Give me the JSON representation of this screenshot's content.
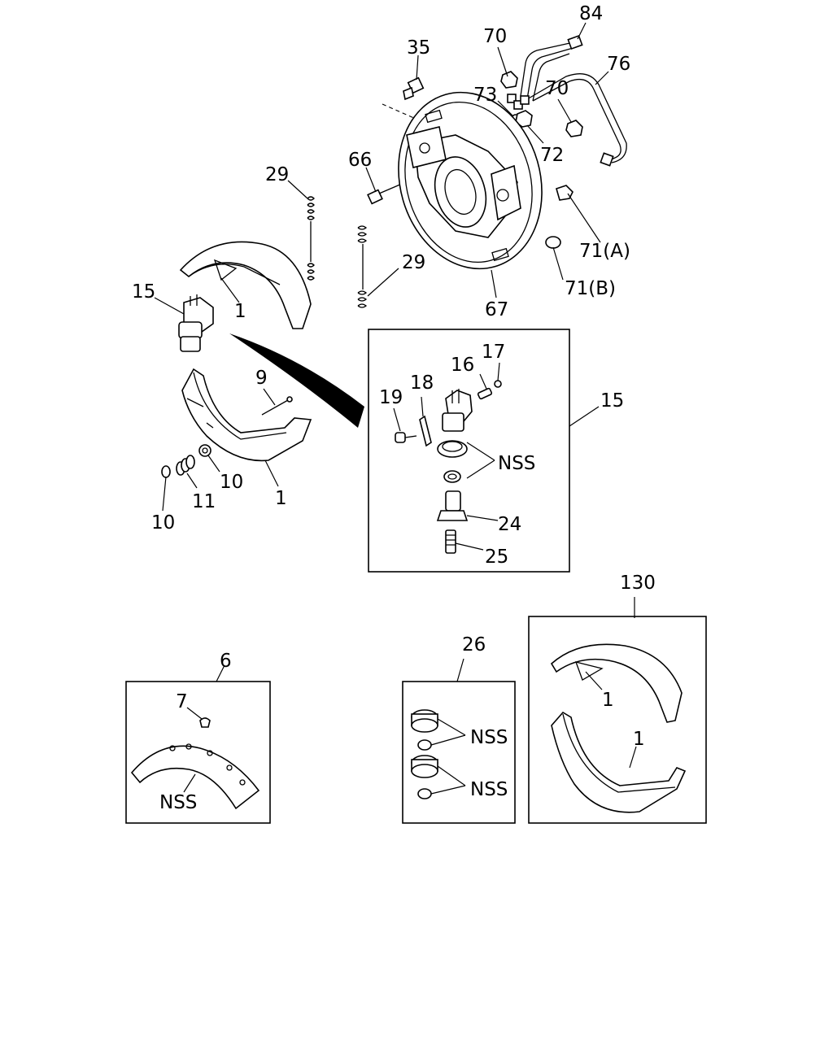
{
  "callouts": {
    "c84": "84",
    "c70a": "70",
    "c76": "76",
    "c35": "35",
    "c73": "73",
    "c70b": "70",
    "c72": "72",
    "c66": "66",
    "c29a": "29",
    "c29b": "29",
    "c71a": "71(A)",
    "c71b": "71(B)",
    "c67": "67",
    "c15a": "15",
    "c1a": "1",
    "c9": "9",
    "c10a": "10",
    "c10b": "10",
    "c11": "11",
    "c1b": "1",
    "c16": "16",
    "c17": "17",
    "c18": "18",
    "c19": "19",
    "c15b": "15",
    "nss1": "NSS",
    "c24": "24",
    "c25": "25",
    "c130": "130",
    "c6": "6",
    "c7": "7",
    "nss2": "NSS",
    "c26": "26",
    "nss3": "NSS",
    "nss4": "NSS",
    "c1c": "1",
    "c1d": "1"
  }
}
